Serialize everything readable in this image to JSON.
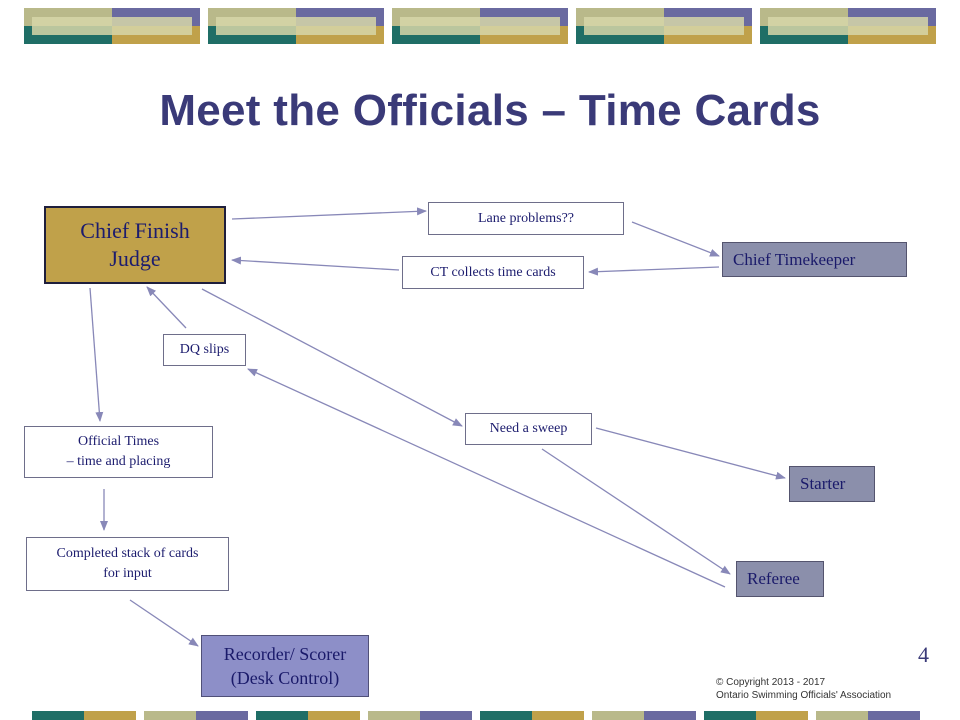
{
  "slide": {
    "title": "Meet the Officials – Time Cards",
    "page_number": "4",
    "copyright_line1": "© Copyright 2013 - 2017",
    "copyright_line2": "Ontario Swimming Officials' Association"
  },
  "colors": {
    "title": "#3a3a78",
    "gold": "#c0a14a",
    "teal": "#1f6e66",
    "purple": "#6a6aa0",
    "khaki": "#b9b98a",
    "gray_box": "#8b8fab",
    "lavender_box": "#8d8fc8",
    "arrow": "#8888b8"
  },
  "nodes": {
    "chief_finish_judge": {
      "line1": "Chief Finish",
      "line2": "Judge"
    },
    "lane_problems": {
      "label": "Lane problems??"
    },
    "chief_timekeeper": {
      "label": "Chief Timekeeper"
    },
    "ct_collects": {
      "label": "CT collects time cards"
    },
    "dq_slips": {
      "label": "DQ slips"
    },
    "official_times": {
      "line1": "Official Times",
      "line2": "– time and placing"
    },
    "need_sweep": {
      "label": "Need a sweep"
    },
    "starter": {
      "label": "Starter"
    },
    "completed_stack": {
      "line1": "Completed stack of cards",
      "line2": "for input"
    },
    "referee": {
      "label": "Referee"
    },
    "recorder": {
      "line1": "Recorder/ Scorer",
      "line2": "(Desk Control)"
    }
  },
  "edges": [
    {
      "from": "Chief Finish Judge",
      "to": "Lane problems??"
    },
    {
      "from": "Lane problems??",
      "to": "Chief Timekeeper"
    },
    {
      "from": "Chief Timekeeper",
      "to": "CT collects time cards"
    },
    {
      "from": "CT collects time cards",
      "to": "Chief Finish Judge"
    },
    {
      "from": "DQ slips",
      "to": "Chief Finish Judge"
    },
    {
      "from": "Chief Finish Judge",
      "to": "Need a sweep"
    },
    {
      "from": "Need a sweep",
      "to": "Starter"
    },
    {
      "from": "Need a sweep",
      "to": "Referee"
    },
    {
      "from": "Referee",
      "to": "DQ slips"
    },
    {
      "from": "Chief Finish Judge",
      "to": "Official Times"
    },
    {
      "from": "Official Times",
      "to": "Completed stack of cards"
    },
    {
      "from": "Completed stack of cards",
      "to": "Recorder/ Scorer"
    }
  ]
}
